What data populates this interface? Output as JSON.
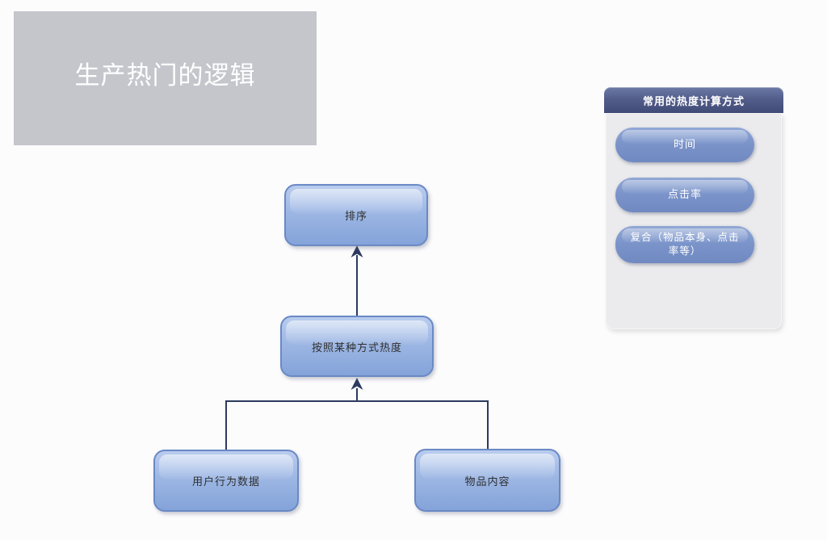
{
  "title_card": {
    "text": "生产热门的逻辑"
  },
  "flowchart": {
    "nodes": [
      {
        "id": "sort",
        "label": "排序"
      },
      {
        "id": "heat-method",
        "label": "按照某种方式热度"
      },
      {
        "id": "user-behavior-data",
        "label": "用户行为数据"
      },
      {
        "id": "item-content",
        "label": "物品内容"
      }
    ],
    "edges": [
      {
        "from": "heat-method",
        "to": "sort",
        "arrow": "up"
      },
      {
        "from": "user-behavior-data",
        "to": "heat-method",
        "arrow": "up"
      },
      {
        "from": "item-content",
        "to": "heat-method",
        "arrow": "up"
      }
    ]
  },
  "side_panel": {
    "title": "常用的热度计算方式",
    "items": [
      {
        "label": "时间"
      },
      {
        "label": "点击率"
      },
      {
        "label": "复合（物品本身、点击率等）"
      }
    ]
  },
  "colors": {
    "canvas_bg": "#fcfcfd",
    "title_card_bg": "#c5c6cc",
    "node_fill_top": "#b9ccee",
    "node_fill_bottom": "#84a3d9",
    "node_border": "#6a89c5",
    "connector": "#2c3a5e",
    "panel_header_top": "#6d7aa6",
    "panel_header_bottom": "#414b77",
    "panel_body_bg": "#ebebed",
    "pill_fill_top": "#91a8d6",
    "pill_fill_bottom": "#7089c1"
  }
}
